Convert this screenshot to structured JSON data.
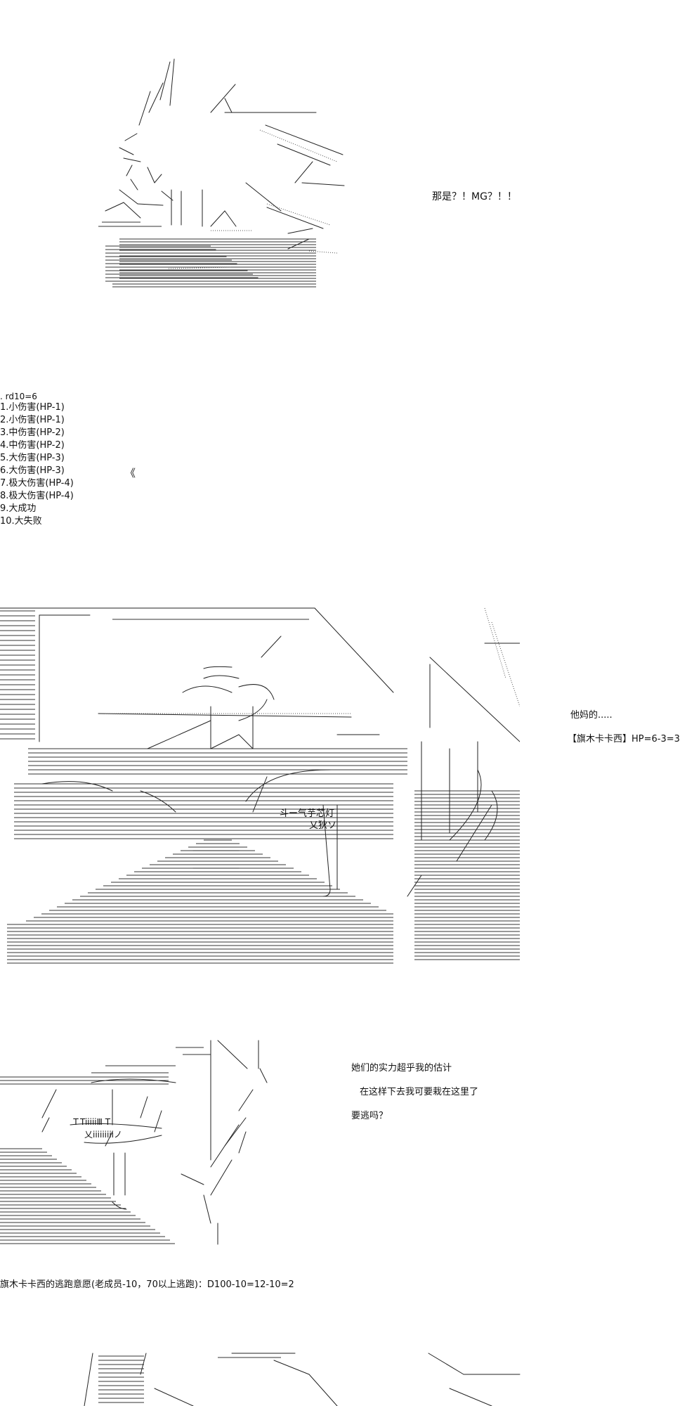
{
  "panel1": {
    "dialogue": "那是？！MG？！！"
  },
  "dice": {
    "header": "rd10=6",
    "items": [
      "1.小伤害(HP-1)",
      "2.小伤害(HP-1)",
      "3.中伤害(HP-2)",
      "4.中伤害(HP-2)",
      "5.大伤害(HP-3)",
      "6.大伤害(HP-3)",
      "7.极大伤害(HP-4)",
      "8.极大伤害(HP-4)",
      "9.大成功",
      "10.大失败"
    ],
    "marker": "《"
  },
  "panel2": {
    "dialogue": "他妈的.....",
    "hp_line": "【旗木卡卡西】HP=6-3=3",
    "art_text_1": "斗ー气芋芯灯",
    "art_text_2": "乂狄ソ"
  },
  "panel3": {
    "lines": [
      "她们的实力超乎我的估计",
      "在这样下去我可要栽在这里了",
      "要逃吗？"
    ],
    "art_text_1": "ＴTiiiiiⅢ T",
    "art_text_2": "乂iiiiiiiiiノ"
  },
  "roll": {
    "text": "旗木卡卡西的逃跑意愿(老成员-10，70以上逃跑)：D100-10=12-10=2"
  }
}
